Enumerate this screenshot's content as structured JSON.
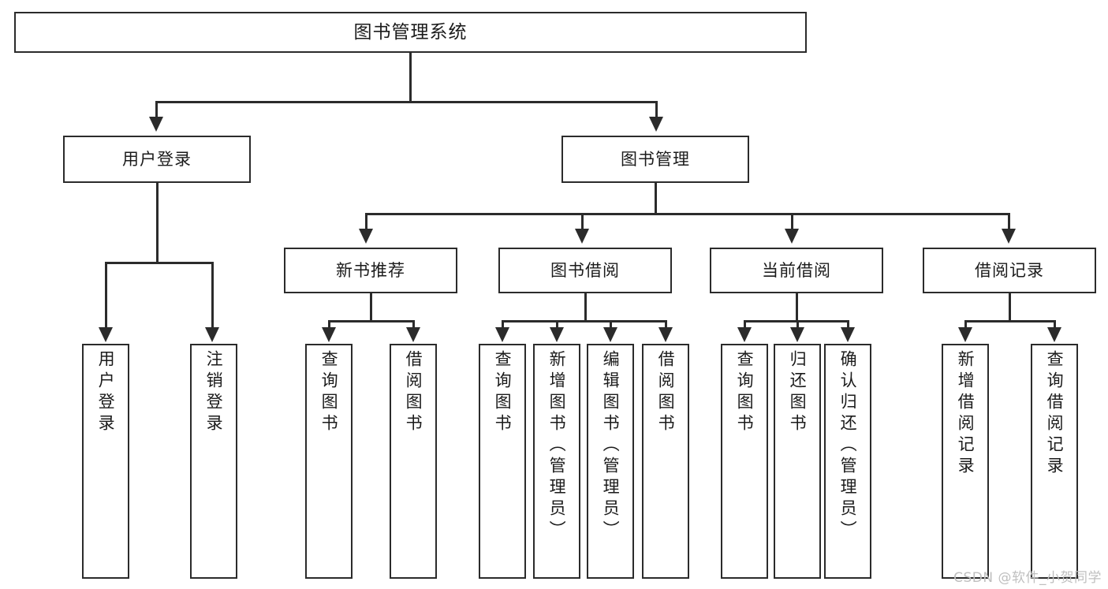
{
  "diagram": {
    "title": "图书管理系统",
    "type": "tree-hierarchy-chart",
    "watermark": "CSDN @软件_小贺同学",
    "colors": {
      "stroke": "#2b2b2b",
      "fill": "#ffffff",
      "text": "#1b1b1b",
      "watermark": "#bfbfbf"
    }
  },
  "root": {
    "label": "图书管理系统"
  },
  "level2": [
    {
      "label": "用户登录"
    },
    {
      "label": "图书管理"
    }
  ],
  "level3": [
    {
      "label": "新书推荐"
    },
    {
      "label": "图书借阅"
    },
    {
      "label": "当前借阅"
    },
    {
      "label": "借阅记录"
    }
  ],
  "leaves": [
    {
      "label": "用户登录",
      "parent": "用户登录"
    },
    {
      "label": "注销登录",
      "parent": "用户登录"
    },
    {
      "label": "查询图书",
      "parent": "新书推荐"
    },
    {
      "label": "借阅图书",
      "parent": "新书推荐"
    },
    {
      "label": "查询图书",
      "parent": "图书借阅"
    },
    {
      "label": "新增图书（管理员）",
      "parent": "图书借阅"
    },
    {
      "label": "编辑图书（管理员）",
      "parent": "图书借阅"
    },
    {
      "label": "借阅图书",
      "parent": "图书借阅"
    },
    {
      "label": "查询图书",
      "parent": "当前借阅"
    },
    {
      "label": "归还图书",
      "parent": "当前借阅"
    },
    {
      "label": "确认归还（管理员）",
      "parent": "当前借阅"
    },
    {
      "label": "新增借阅记录",
      "parent": "借阅记录"
    },
    {
      "label": "查询借阅记录",
      "parent": "借阅记录"
    }
  ]
}
